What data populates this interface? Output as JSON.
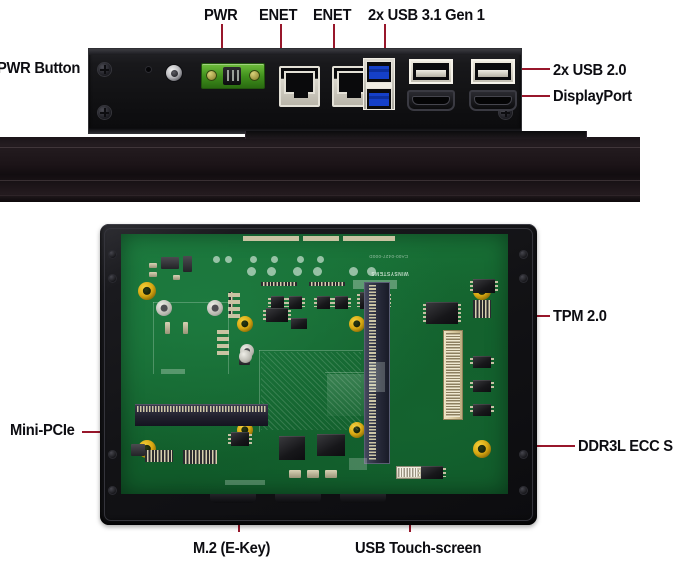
{
  "figure": {
    "description": "Annotated hardware photo of an industrial panel PC showing the rear I/O connector panel and the rear-side motherboard PCB",
    "accent_color": "#98172b",
    "text_color": "#0d0d12",
    "background": "#ffffff"
  },
  "io_panel": {
    "callouts": [
      {
        "id": "pwr-button",
        "label": "PWR Button",
        "side": "left"
      },
      {
        "id": "pwr",
        "label": "PWR",
        "side": "top"
      },
      {
        "id": "enet-1",
        "label": "ENET",
        "side": "top"
      },
      {
        "id": "enet-2",
        "label": "ENET",
        "side": "top"
      },
      {
        "id": "usb31",
        "label": "2x USB 3.1 Gen 1",
        "side": "top"
      },
      {
        "id": "usb20",
        "label": "2x USB 2.0",
        "side": "right"
      },
      {
        "id": "displayport",
        "label": "DisplayPort",
        "side": "right"
      }
    ]
  },
  "pcb": {
    "silkscreen": {
      "vendor": "WINSYSTEMS",
      "part_number": "CA00-0427-000D"
    },
    "callouts": [
      {
        "id": "tpm",
        "label": "TPM 2.0",
        "side": "right"
      },
      {
        "id": "ddr3l",
        "label": "DDR3L ECC S",
        "side": "right"
      },
      {
        "id": "mini-pcie",
        "label": "Mini-PCIe",
        "side": "left"
      },
      {
        "id": "m2-ekey",
        "label": "M.2 (E-Key)",
        "side": "bottom"
      },
      {
        "id": "usb-touch",
        "label": "USB Touch-screen",
        "side": "bottom"
      }
    ]
  }
}
